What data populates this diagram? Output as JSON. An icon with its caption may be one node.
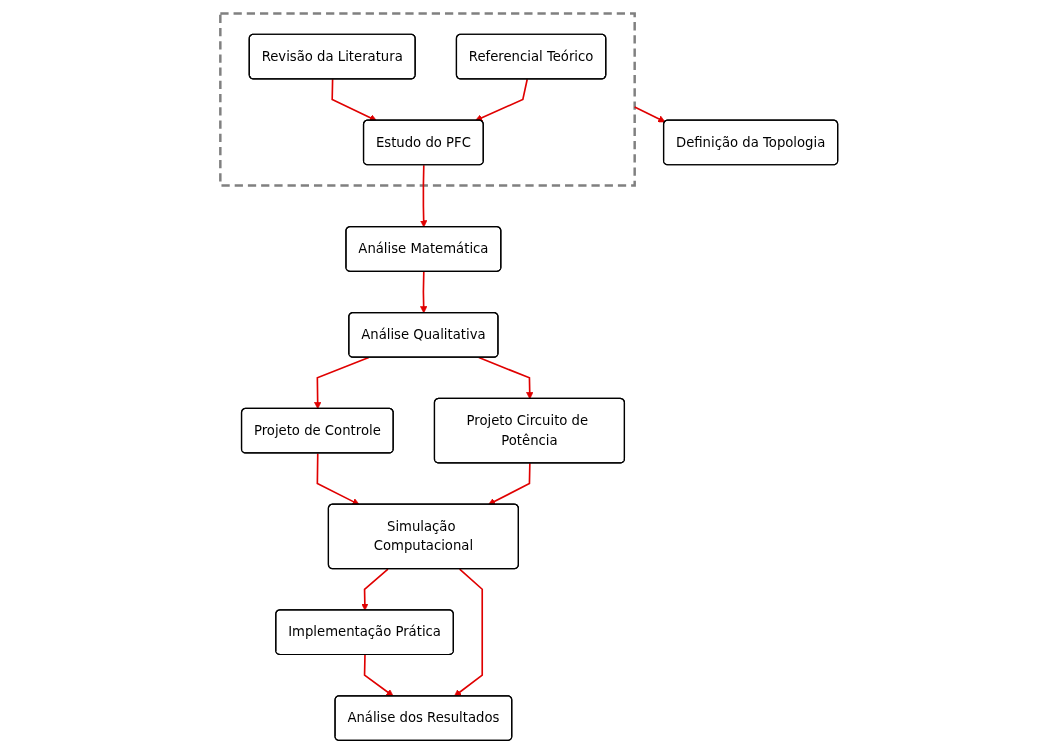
{
  "diagram": {
    "nodes": [
      {
        "text": [],
        "shape": "box"
      },
      {
        "text": [
          "Referencial Teórico"
        ],
        "in": 0
      },
      {
        "text": [
          "Revisão da Literatura"
        ],
        "in": 0
      },
      {
        "text": [
          "Estudo do PFC"
        ],
        "in": 0
      },
      {
        "text": [
          "Definição da Topologia"
        ]
      },
      {
        "text": [
          "Análise Matemática"
        ]
      },
      {
        "text": [
          "Análise Qualitativa"
        ]
      },
      {
        "text": [
          "Projeto Circuito de Potência"
        ]
      },
      {
        "text": [
          "Projeto de Controle"
        ]
      },
      {
        "text": [
          "Simulação Computacional"
        ]
      },
      {
        "text": [
          "Análise dos Resultados"
        ]
      },
      {
        "text": [
          "Implementação Prática"
        ]
      }
    ],
    "edges": [
      {
        "from": 1,
        "to": 3,
        "arrow": "to"
      },
      {
        "from": 2,
        "to": 3,
        "arrow": "to"
      },
      {
        "from": 0,
        "to": 4,
        "arrow": "to"
      },
      {
        "from": 3,
        "to": 5,
        "arrow": "to"
      },
      {
        "from": 5,
        "to": 6,
        "arrow": "to"
      },
      {
        "from": 6,
        "to": 7,
        "arrow": "to"
      },
      {
        "from": 6,
        "to": 8,
        "arrow": "to"
      },
      {
        "from": 7,
        "to": 9,
        "arrow": "to"
      },
      {
        "from": 8,
        "to": 9,
        "arrow": "to"
      },
      {
        "from": 9,
        "to": 10,
        "arrow": "to"
      },
      {
        "from": 11,
        "to": 10,
        "arrow": "to"
      },
      {
        "from": 9,
        "to": 11,
        "arrow": "to"
      }
    ]
  }
}
